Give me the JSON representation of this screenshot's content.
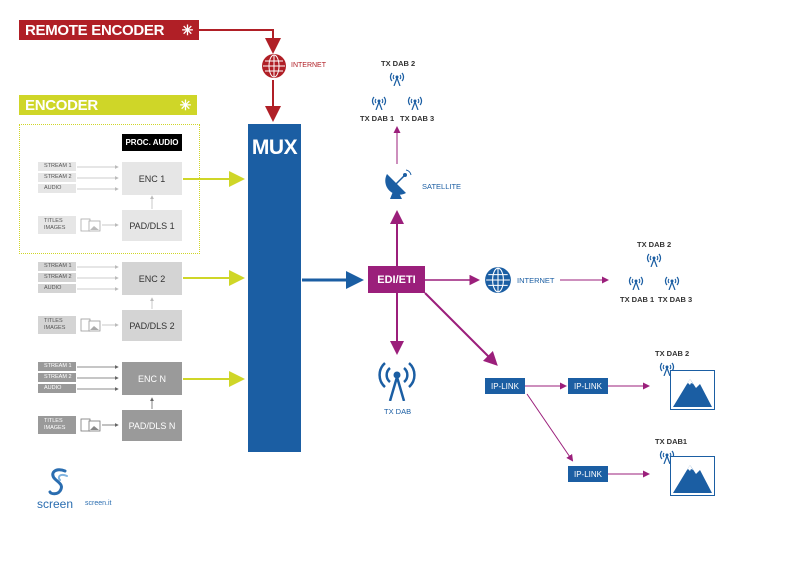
{
  "remote_encoder": {
    "label": "REMOTE ENCODER"
  },
  "internet_top": {
    "label": "INTERNET"
  },
  "encoder": {
    "label": "ENCODER"
  },
  "proc_audio": {
    "label": "PROC. AUDIO"
  },
  "group1": {
    "stream1": "STREAM 1",
    "stream2": "STREAM 2",
    "audio": "AUDIO",
    "titles": "TITLES",
    "images": "IMAGES",
    "enc": "ENC 1",
    "pad": "PAD/DLS  1"
  },
  "group2": {
    "stream1": "STREAM 1",
    "stream2": "STREAM 2",
    "audio": "AUDIO",
    "titles": "TITLES",
    "images": "IMAGES",
    "enc": "ENC 2",
    "pad": "PAD/DLS  2"
  },
  "group3": {
    "stream1": "STREAM 1",
    "stream2": "STREAM 2",
    "audio": "AUDIO",
    "titles": "TITLES",
    "images": "IMAGES",
    "enc": "ENC N",
    "pad": "PAD/DLS  N"
  },
  "mux": {
    "label": "MUX"
  },
  "edi": {
    "label": "EDI/ETI"
  },
  "satellite": {
    "label": "SATELLITE",
    "tx_top": "TX DAB 2",
    "tx_left": "TX DAB 1",
    "tx_right": "TX DAB 3"
  },
  "internet_right": {
    "label": "INTERNET",
    "tx_top": "TX DAB 2",
    "tx_left": "TX DAB 1",
    "tx_right": "TX DAB 3"
  },
  "tx_dab": {
    "label": "TX DAB"
  },
  "iplink": {
    "a": "IP-LINK",
    "b": "IP-LINK",
    "c": "IP-LINK"
  },
  "mountain_top": {
    "label": "TX DAB 2"
  },
  "mountain_bottom": {
    "label": "TX DAB1"
  },
  "logo": {
    "name": "screen",
    "url": "screen.it"
  },
  "colors": {
    "red": "#b01f26",
    "yellow": "#cfd628",
    "blue": "#1b5ea3",
    "purple": "#9b1f7b",
    "gray": "#9a9a9a"
  }
}
